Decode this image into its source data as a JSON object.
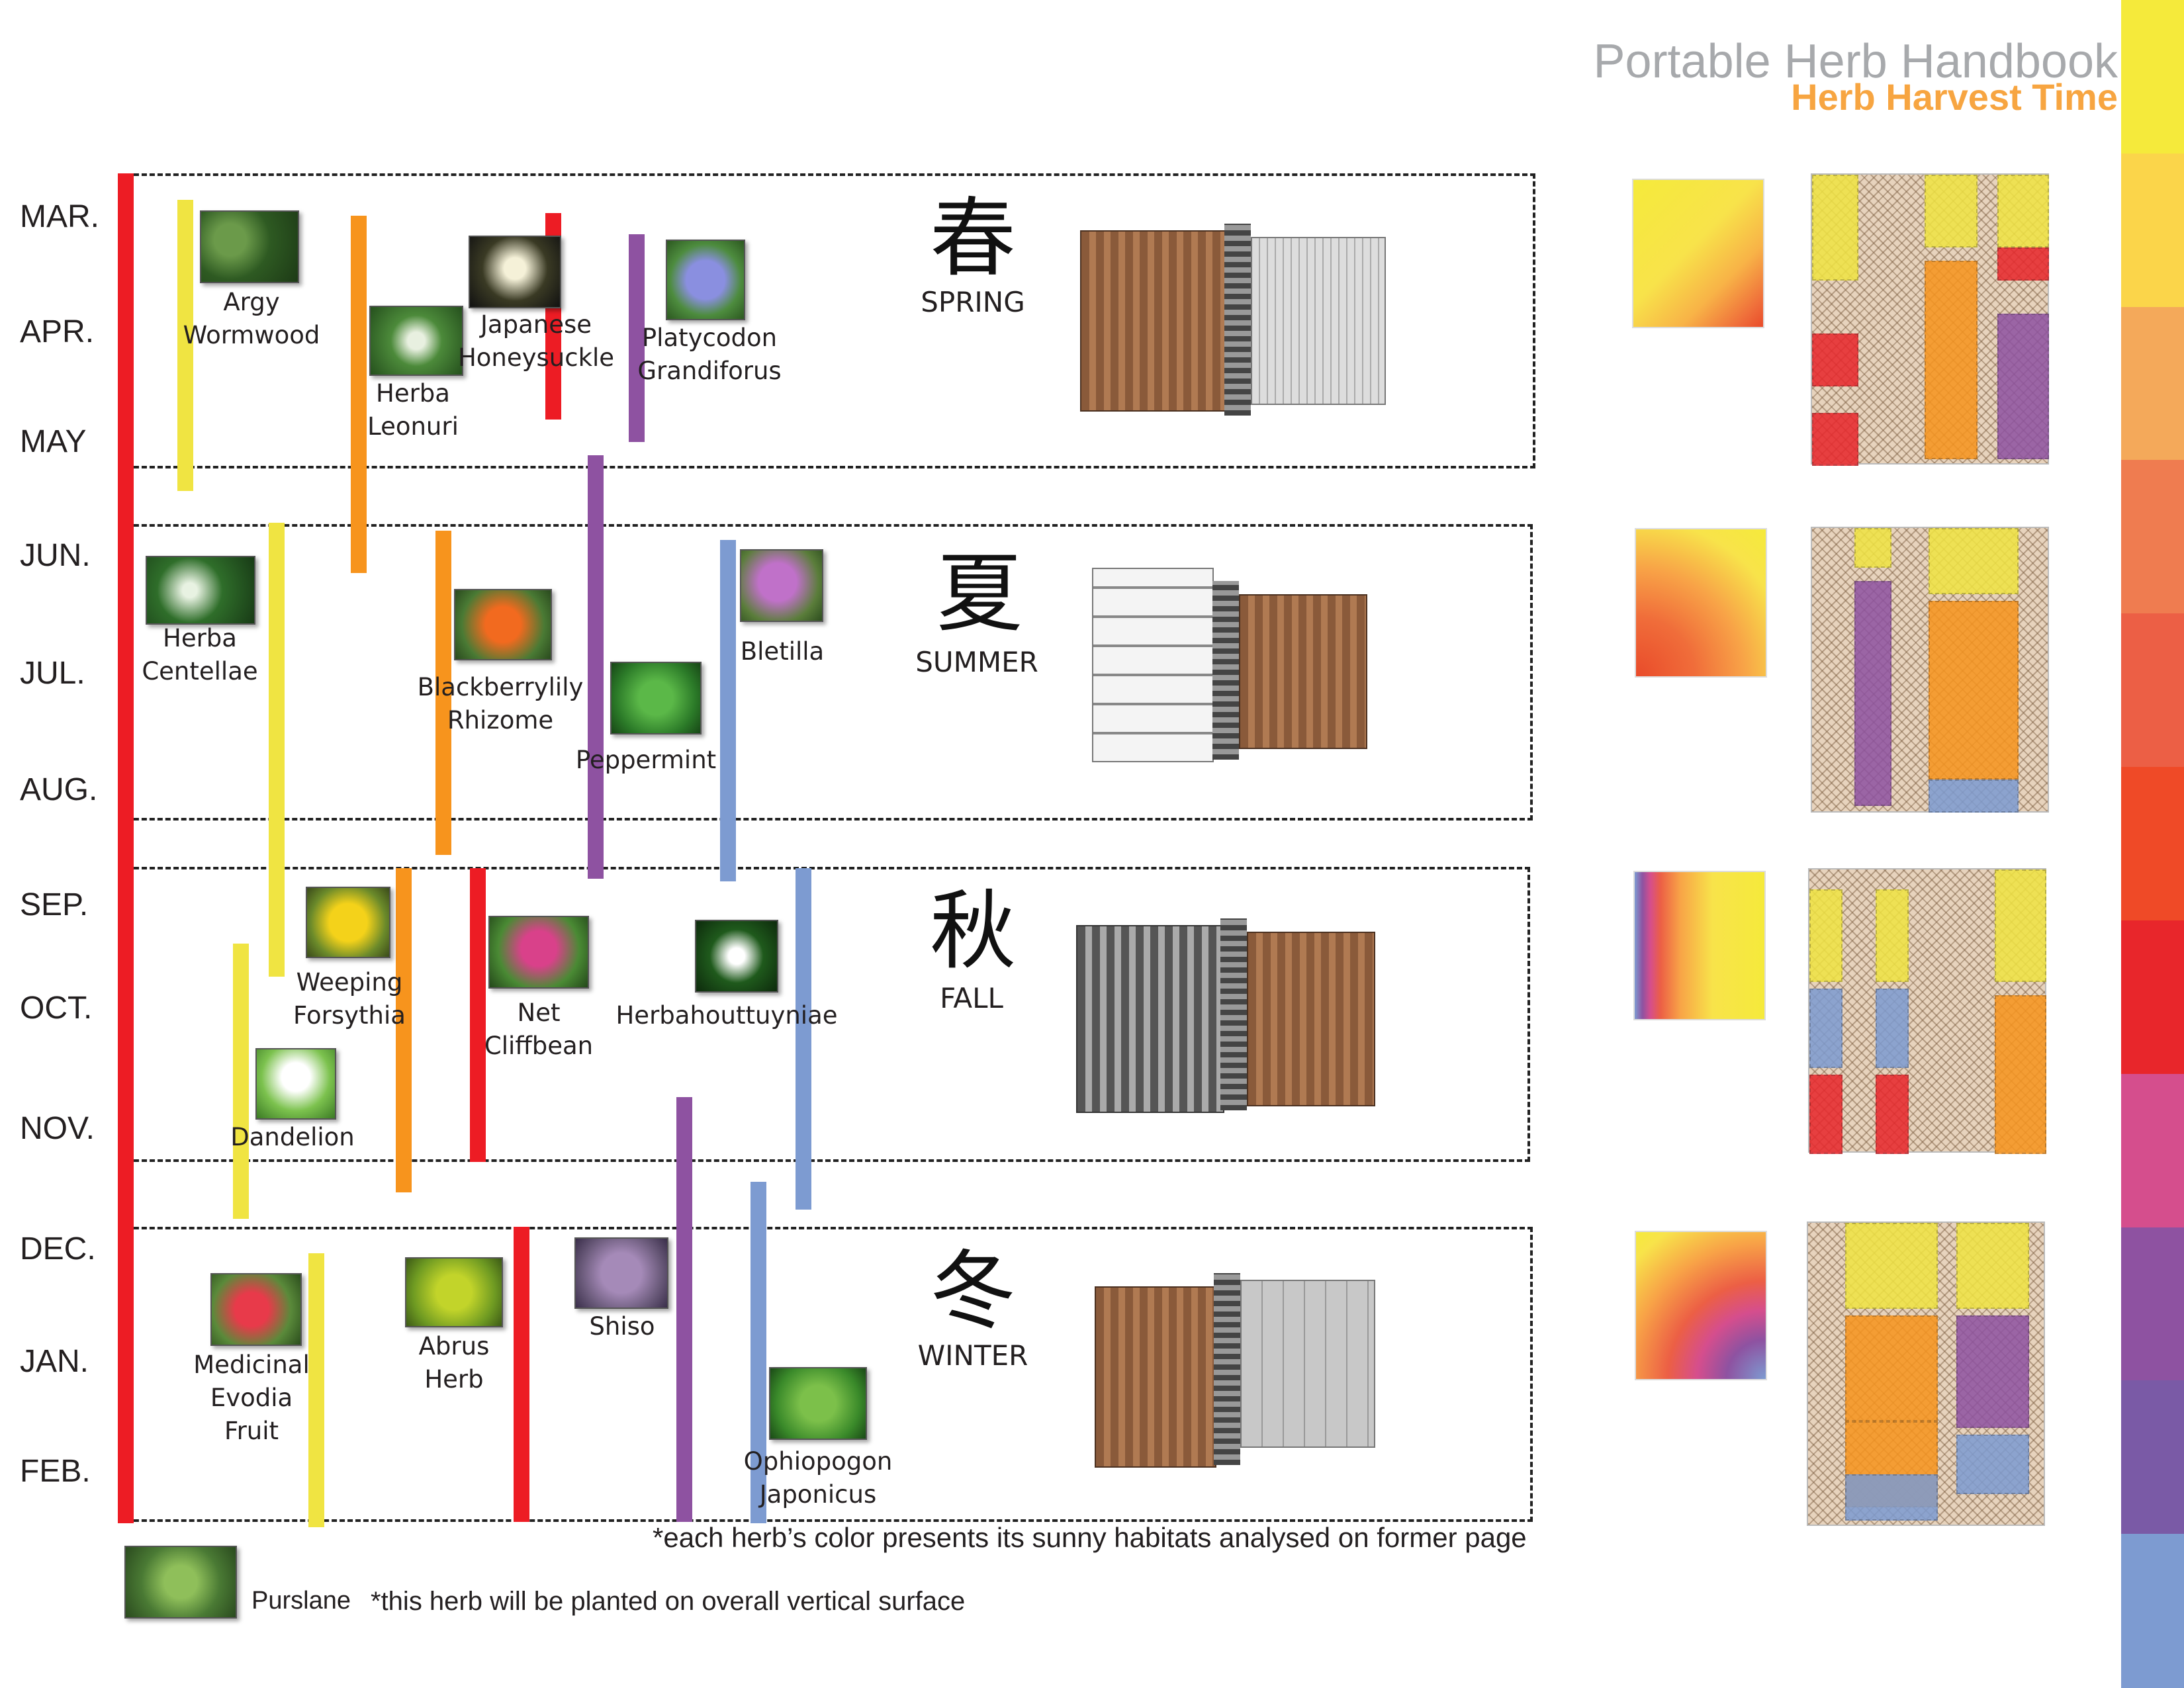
{
  "header": {
    "title": "Portable Herb Handbook",
    "subtitle": "Herb Harvest Time"
  },
  "months": [
    "MAR.",
    "APR.",
    "MAY",
    "JUN.",
    "JUL.",
    "AUG.",
    "SEP.",
    "OCT.",
    "NOV.",
    "DEC.",
    "JAN.",
    "FEB."
  ],
  "seasons": [
    {
      "chinese": "春",
      "name": "SPRING"
    },
    {
      "chinese": "夏",
      "name": "SUMMER"
    },
    {
      "chinese": "秋",
      "name": "FALL"
    },
    {
      "chinese": "冬",
      "name": "WINTER"
    }
  ],
  "herbs": [
    {
      "label": "Argy\nWormwood",
      "color": "#f0e442"
    },
    {
      "label": "Herba\nLeonuri",
      "color": "#f7941d"
    },
    {
      "label": "Japanese\nHoneysuckle",
      "color": "#ed1c24"
    },
    {
      "label": "Platycodon\nGrandiforus",
      "color": "#8e52a1"
    },
    {
      "label": "Herba\nCentellae",
      "color": "#f0e442"
    },
    {
      "label": "Blackberrylily\nRhizome",
      "color": "#f7941d"
    },
    {
      "label": "Peppermint",
      "color": "#8e52a1"
    },
    {
      "label": "Bletilla",
      "color": "#7d9bd1"
    },
    {
      "label": "Weeping\nForsythia",
      "color": "#f7941d"
    },
    {
      "label": "Net\nCliffbean",
      "color": "#ed1c24"
    },
    {
      "label": "Herbahouttuyniae",
      "color": "#7d9bd1"
    },
    {
      "label": "Dandelion",
      "color": "#f0e442"
    },
    {
      "label": "Medicinal\nEvodia\nFruit",
      "color": "#f0e442"
    },
    {
      "label": "Abrus\nHerb",
      "color": "#ed1c24"
    },
    {
      "label": "Shiso",
      "color": "#8e52a1"
    },
    {
      "label": "Ophiopogon\nJaponicus",
      "color": "#7d9bd1"
    }
  ],
  "footnotes": {
    "color_note": "*each herb’s color presents its sunny habitats analysed on former page",
    "purslane_label": "Purslane",
    "purslane_note": "*this herb will be planted on overall vertical surface"
  },
  "legend_scale_colors": [
    "#f5ea3b",
    "#fbd54a",
    "#f4a95a",
    "#ef7c50",
    "#ec5f45",
    "#ef4a27",
    "#e8262b",
    "#d54e8d",
    "#8e52a1",
    "#7a5aa6",
    "#7d9bd1"
  ],
  "icons": {
    "herb_photo": "leaf-photo",
    "wall_render": "vertical-garden-render"
  }
}
